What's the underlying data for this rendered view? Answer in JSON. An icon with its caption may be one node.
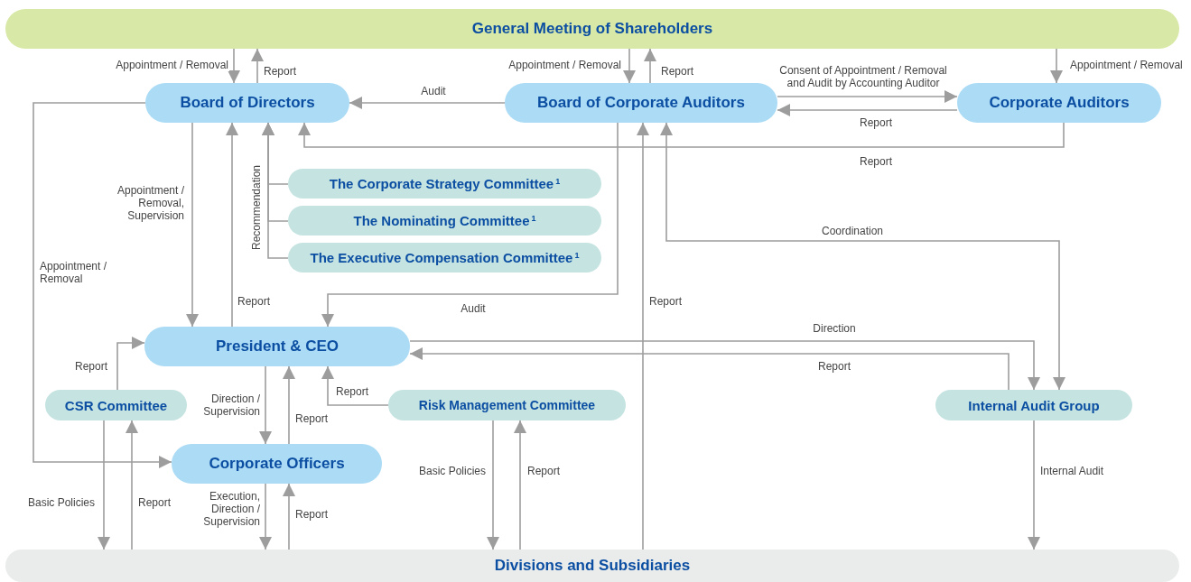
{
  "diagram": {
    "nodes": [
      {
        "text": [
          "General Meeting of Shareholders"
        ]
      },
      {
        "text": [
          "Board of Directors"
        ]
      },
      {
        "text": [
          "Board of Corporate Auditors"
        ]
      },
      {
        "text": [
          "Corporate Auditors"
        ]
      },
      {
        "text": [
          "The Corporate Strategy Committee$^{1}$"
        ]
      },
      {
        "text": [
          "The Nominating Committee$^{1}$"
        ]
      },
      {
        "text": [
          "The Executive Compensation Committee$^{1}$"
        ]
      },
      {
        "text": [
          "President & CEO"
        ]
      },
      {
        "text": [
          "CSR Committee"
        ]
      },
      {
        "text": [
          "Risk Management Committee"
        ]
      },
      {
        "text": [
          "Internal Audit Group"
        ]
      },
      {
        "text": [
          "Corporate Officers"
        ]
      },
      {
        "text": [
          "Divisions and Subsidiaries"
        ]
      }
    ],
    "edges": [
      {
        "from": 0,
        "to": 1,
        "arrow": "to",
        "label": "Appointment / Removal"
      },
      {
        "from": 1,
        "to": 0,
        "arrow": "to",
        "label": "Report"
      },
      {
        "from": 0,
        "to": 2,
        "arrow": "to",
        "label": "Appointment / Removal"
      },
      {
        "from": 2,
        "to": 0,
        "arrow": "to",
        "label": "Report"
      },
      {
        "from": 0,
        "to": 3,
        "arrow": "to",
        "label": "Appointment / Removal"
      },
      {
        "from": 2,
        "to": 1,
        "arrow": "to",
        "label": "Audit"
      },
      {
        "from": 2,
        "to": 3,
        "arrow": "to",
        "label": "Consent of Appointment / Removal and Audit by Accounting Auditor"
      },
      {
        "from": 3,
        "to": 2,
        "arrow": "to",
        "label": "Report"
      },
      {
        "from": 3,
        "to": 1,
        "arrow": "to",
        "label": "Report"
      },
      {
        "from": 4,
        "to": 1,
        "arrow": "to",
        "label": "Recommendation"
      },
      {
        "from": 5,
        "to": 1,
        "arrow": "to"
      },
      {
        "from": 6,
        "to": 1,
        "arrow": "to"
      },
      {
        "from": 1,
        "to": 7,
        "arrow": "to",
        "label": "Appointment / Removal, Supervision"
      },
      {
        "from": 7,
        "to": 1,
        "arrow": "to",
        "label": "Report"
      },
      {
        "from": 1,
        "to": 11,
        "arrow": "to",
        "label": "Appointment / Removal"
      },
      {
        "from": 2,
        "to": 7,
        "arrow": "to",
        "label": "Audit"
      },
      {
        "from": 12,
        "to": 2,
        "arrow": "to",
        "label": "Report"
      },
      {
        "from": 10,
        "to": 2,
        "arrow": "both",
        "label": "Coordination"
      },
      {
        "from": 7,
        "to": 10,
        "arrow": "to",
        "label": "Direction"
      },
      {
        "from": 10,
        "to": 7,
        "arrow": "to",
        "label": "Report"
      },
      {
        "from": 8,
        "to": 7,
        "arrow": "to",
        "label": "Report"
      },
      {
        "from": 7,
        "to": 11,
        "arrow": "to",
        "label": "Direction / Supervision"
      },
      {
        "from": 11,
        "to": 7,
        "arrow": "to",
        "label": "Report"
      },
      {
        "from": 9,
        "to": 7,
        "arrow": "to",
        "label": "Report"
      },
      {
        "from": 8,
        "to": 12,
        "arrow": "to",
        "label": "Basic Policies"
      },
      {
        "from": 12,
        "to": 8,
        "arrow": "to",
        "label": "Report"
      },
      {
        "from": 11,
        "to": 12,
        "arrow": "to",
        "label": "Execution, Direction / Supervision"
      },
      {
        "from": 12,
        "to": 11,
        "arrow": "to",
        "label": "Report"
      },
      {
        "from": 9,
        "to": 12,
        "arrow": "to",
        "label": "Basic Policies"
      },
      {
        "from": 12,
        "to": 9,
        "arrow": "to",
        "label": "Report"
      },
      {
        "from": 10,
        "to": 12,
        "arrow": "to",
        "label": "Internal Audit"
      }
    ]
  }
}
